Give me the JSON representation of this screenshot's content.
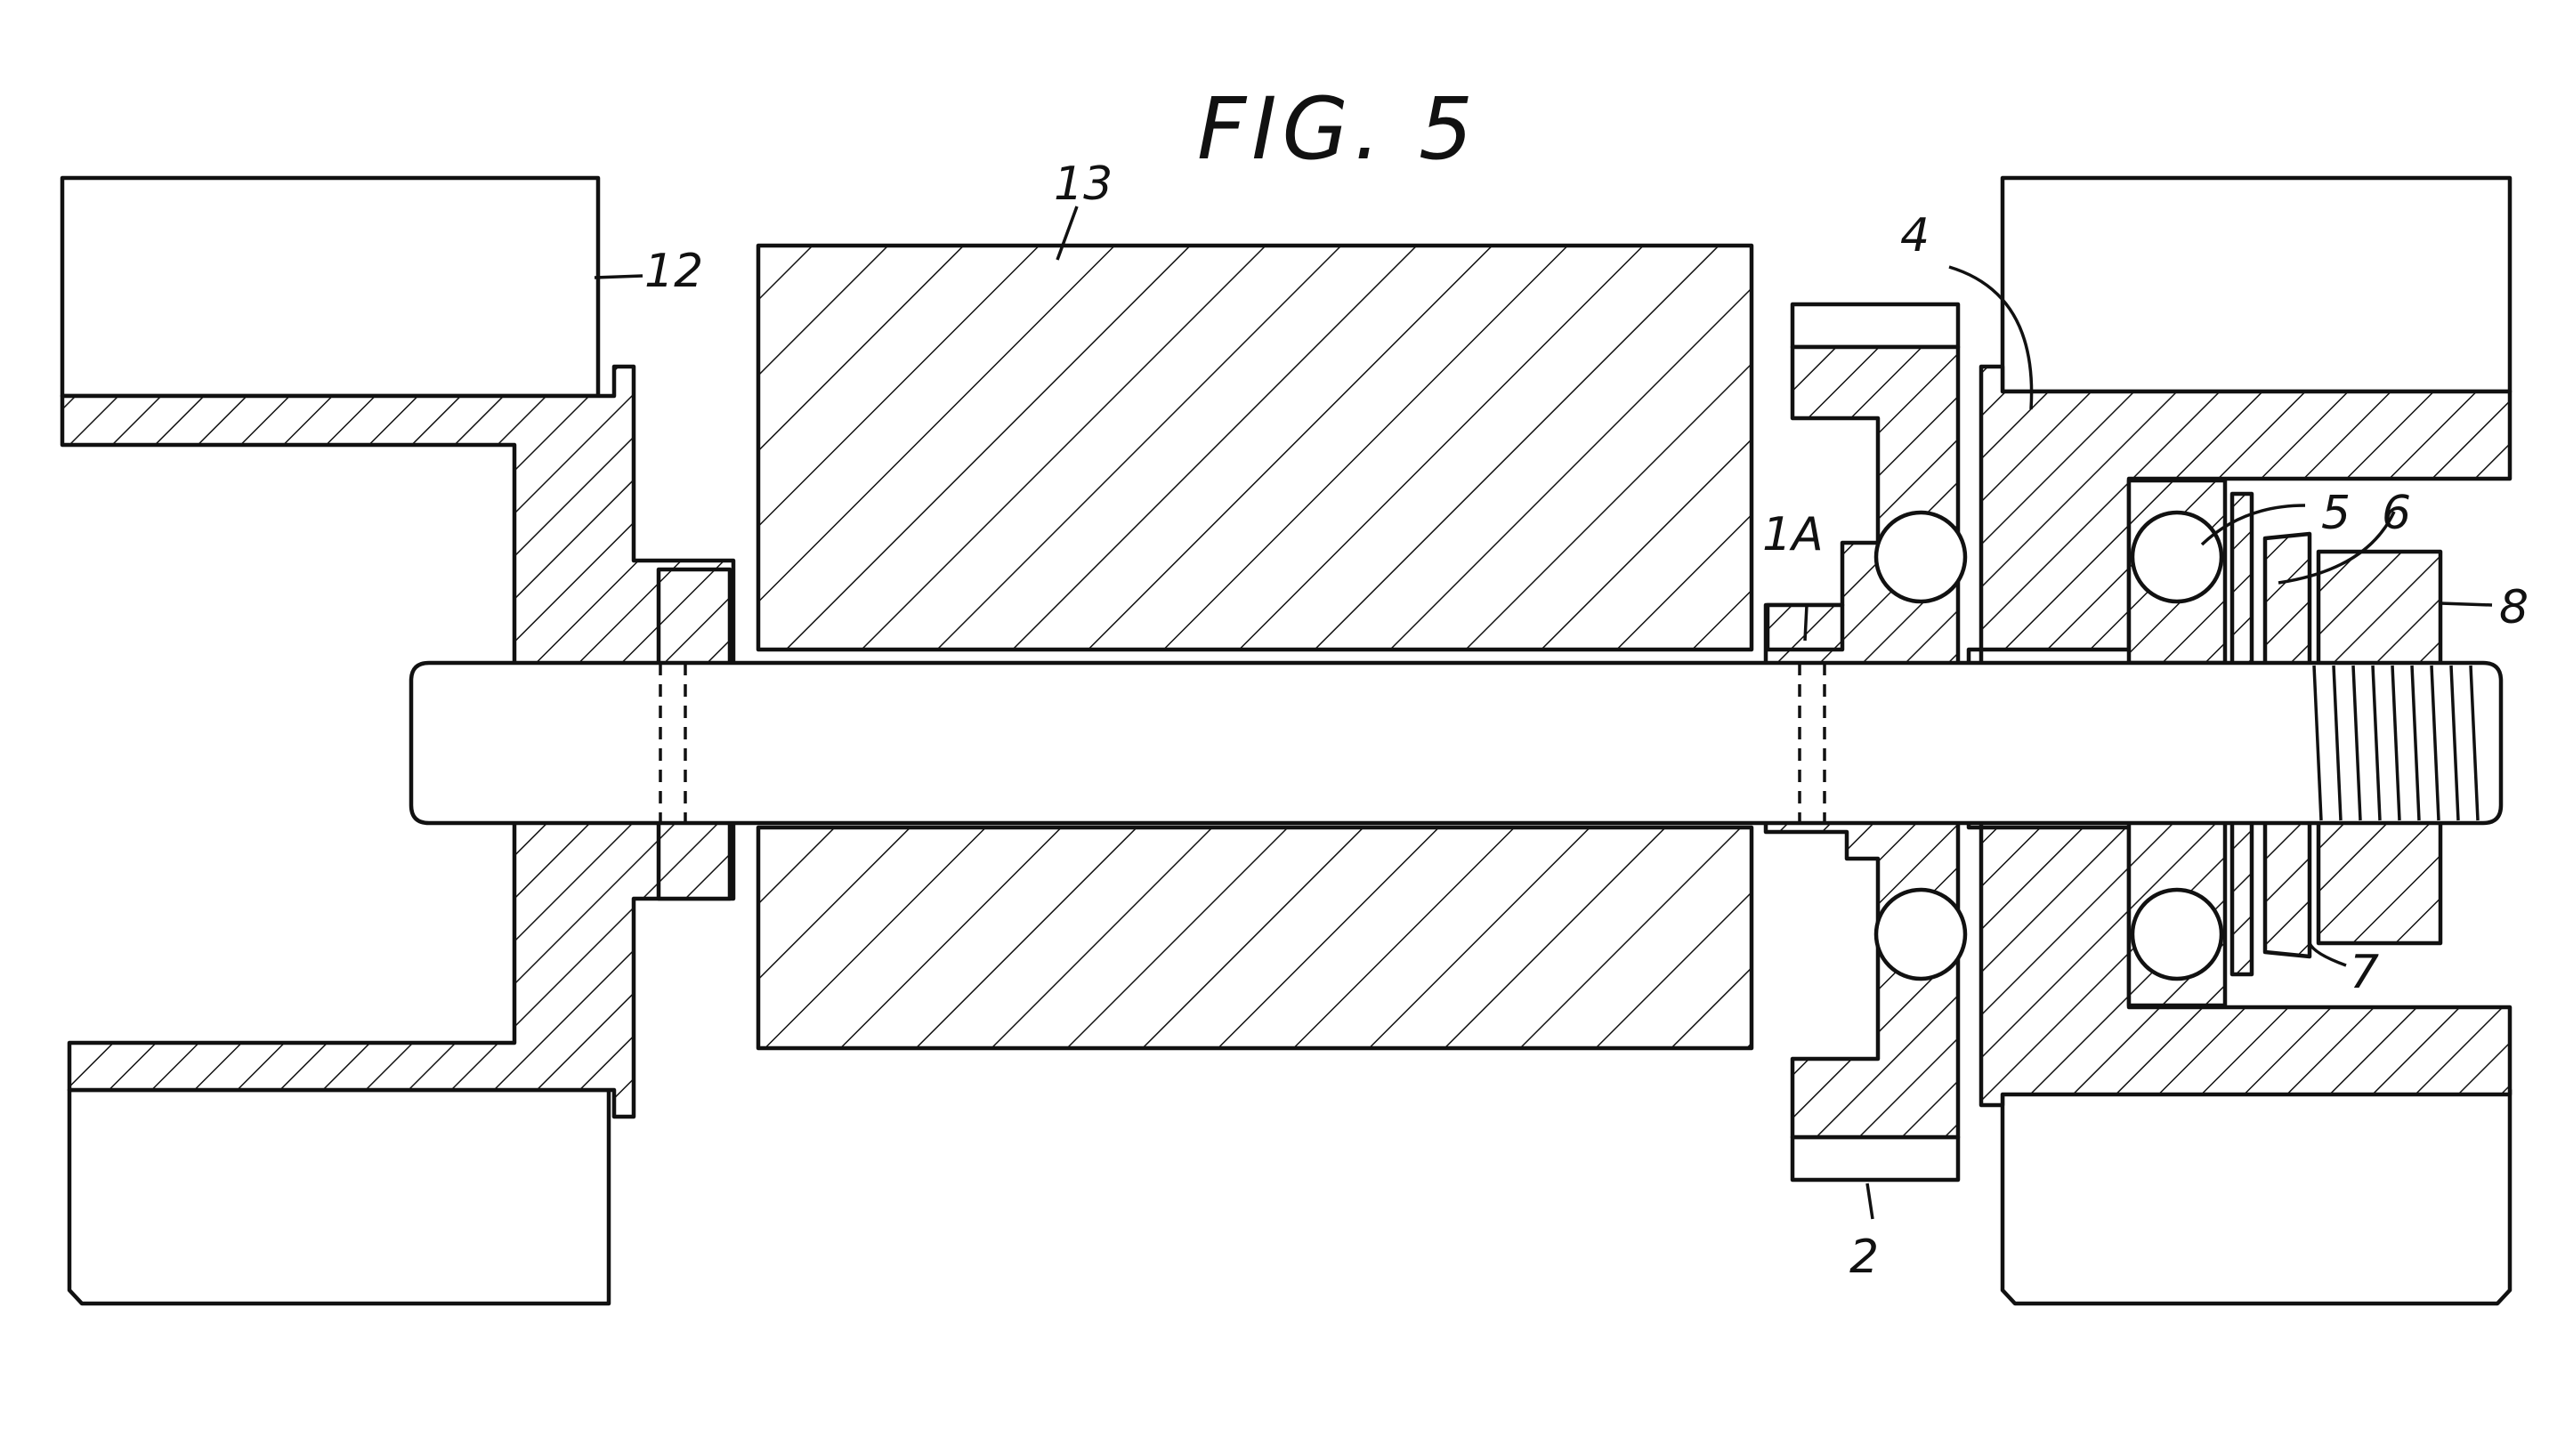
{
  "figure": {
    "title": "FIG. 5",
    "labels": {
      "frame_left": "12",
      "body": "13",
      "housing": "4",
      "washer": "1A",
      "flange": "2",
      "ball": "5",
      "spacer": "6",
      "spring_washer": "7",
      "nut": "8"
    }
  }
}
